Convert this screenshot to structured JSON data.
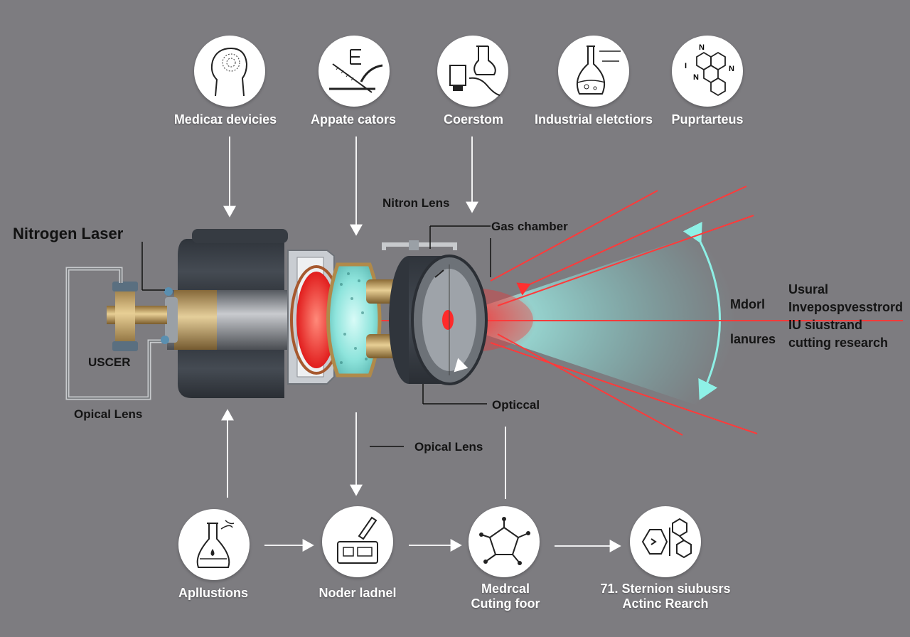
{
  "title": "Nitrogen Laser",
  "top_icons": [
    {
      "label": "Medicaɪ devicies",
      "icon": "brain-head-icon"
    },
    {
      "label": "Appate cators",
      "icon": "caliper-icon"
    },
    {
      "label": "Coerstom",
      "icon": "hand-device-icon"
    },
    {
      "label": "Industrial eletctiors",
      "icon": "flask-icon"
    },
    {
      "label": "Puprtarteus",
      "icon": "molecule-icon"
    }
  ],
  "bottom_icons": [
    {
      "label": "Apllustions",
      "icon": "beaker-icon"
    },
    {
      "label": "Noder ladnel",
      "icon": "cutter-device-icon"
    },
    {
      "label": "Medrcal Cuting foor",
      "icon": "pentagon-molecule-icon"
    },
    {
      "label": "71. Sternion siubusrs Actinc Rearch",
      "icon": "hexagon-molecule-icon"
    }
  ],
  "part_labels": {
    "nitron_lens": "Nitron Lens",
    "gas_chamber": "Gas chamber",
    "uscer": "USCER",
    "opical_lens_left": "Opical Lens",
    "opticcal": "Opticcal",
    "opical_lens_bottom": "Opical Lens"
  },
  "side_labels": {
    "mdorl": "Mdorl",
    "lanures": "lanures",
    "right_block": [
      "Usural",
      "Invepospvesstrord",
      "IU siustrand",
      "cutting research"
    ]
  },
  "colors": {
    "background": "#7d7c80",
    "laser_red": "#ff2a2a",
    "beam_cyan": "#7fe9e2",
    "device_dark": "#3a3f47",
    "brass": "#c9a86a"
  }
}
